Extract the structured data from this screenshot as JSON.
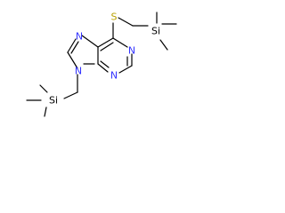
{
  "molecule": {
    "atoms": {
      "N7": {
        "label": "N",
        "color": "#3333ff"
      },
      "N9": {
        "label": "N",
        "color": "#3333ff"
      },
      "N1": {
        "label": "N",
        "color": "#3333ff"
      },
      "N3": {
        "label": "N",
        "color": "#3333ff"
      },
      "S": {
        "label": "S",
        "color": "#b8a000"
      },
      "Si_top": {
        "label": "Si",
        "color": "#000000"
      },
      "Si_bottom": {
        "label": "Si",
        "color": "#000000"
      }
    }
  }
}
